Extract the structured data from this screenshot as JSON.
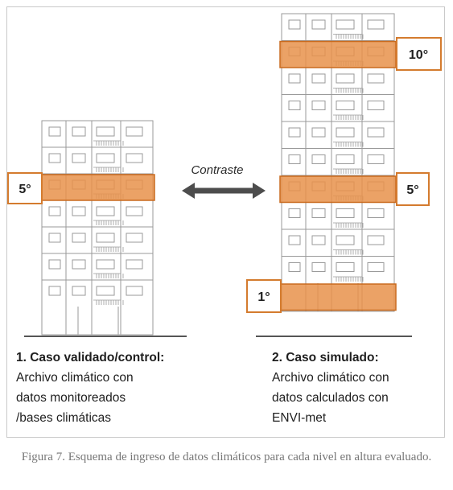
{
  "diagram": {
    "contrast_label": "Contraste",
    "left_level_tag": "5°",
    "right_level_tags": {
      "top": "10°",
      "middle": "5°",
      "bottom": "1°"
    },
    "left_caption": {
      "heading": "1. Caso validado/control:",
      "lines": [
        "Archivo climático con",
        "datos monitoreados",
        "/bases climáticas"
      ]
    },
    "right_caption": {
      "heading": "2. Caso simulado:",
      "lines": [
        "Archivo climático con",
        "datos calculados con",
        "ENVI-met"
      ]
    },
    "colors": {
      "highlight": "#e8924b",
      "highlight_border": "#c96a1e",
      "arrow": "#4d4d4d",
      "building_line": "#9a9a9a"
    }
  },
  "figure_caption": "Figura 7. Esquema de ingreso de datos climáticos para cada nivel en altura evaluado."
}
